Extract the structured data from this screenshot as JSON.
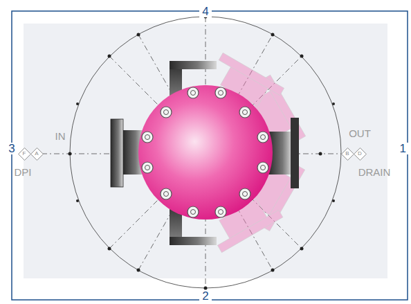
{
  "diagram": {
    "nodes": [
      {
        "text": [
          "F"
        ]
      },
      {
        "text": [
          "A"
        ]
      },
      {
        "text": [
          "B"
        ]
      },
      {
        "text": [
          "D"
        ]
      }
    ],
    "labels": [
      "4",
      "3",
      "IN",
      "DPI",
      "OUT",
      "DRAIN",
      "1",
      "2"
    ]
  }
}
